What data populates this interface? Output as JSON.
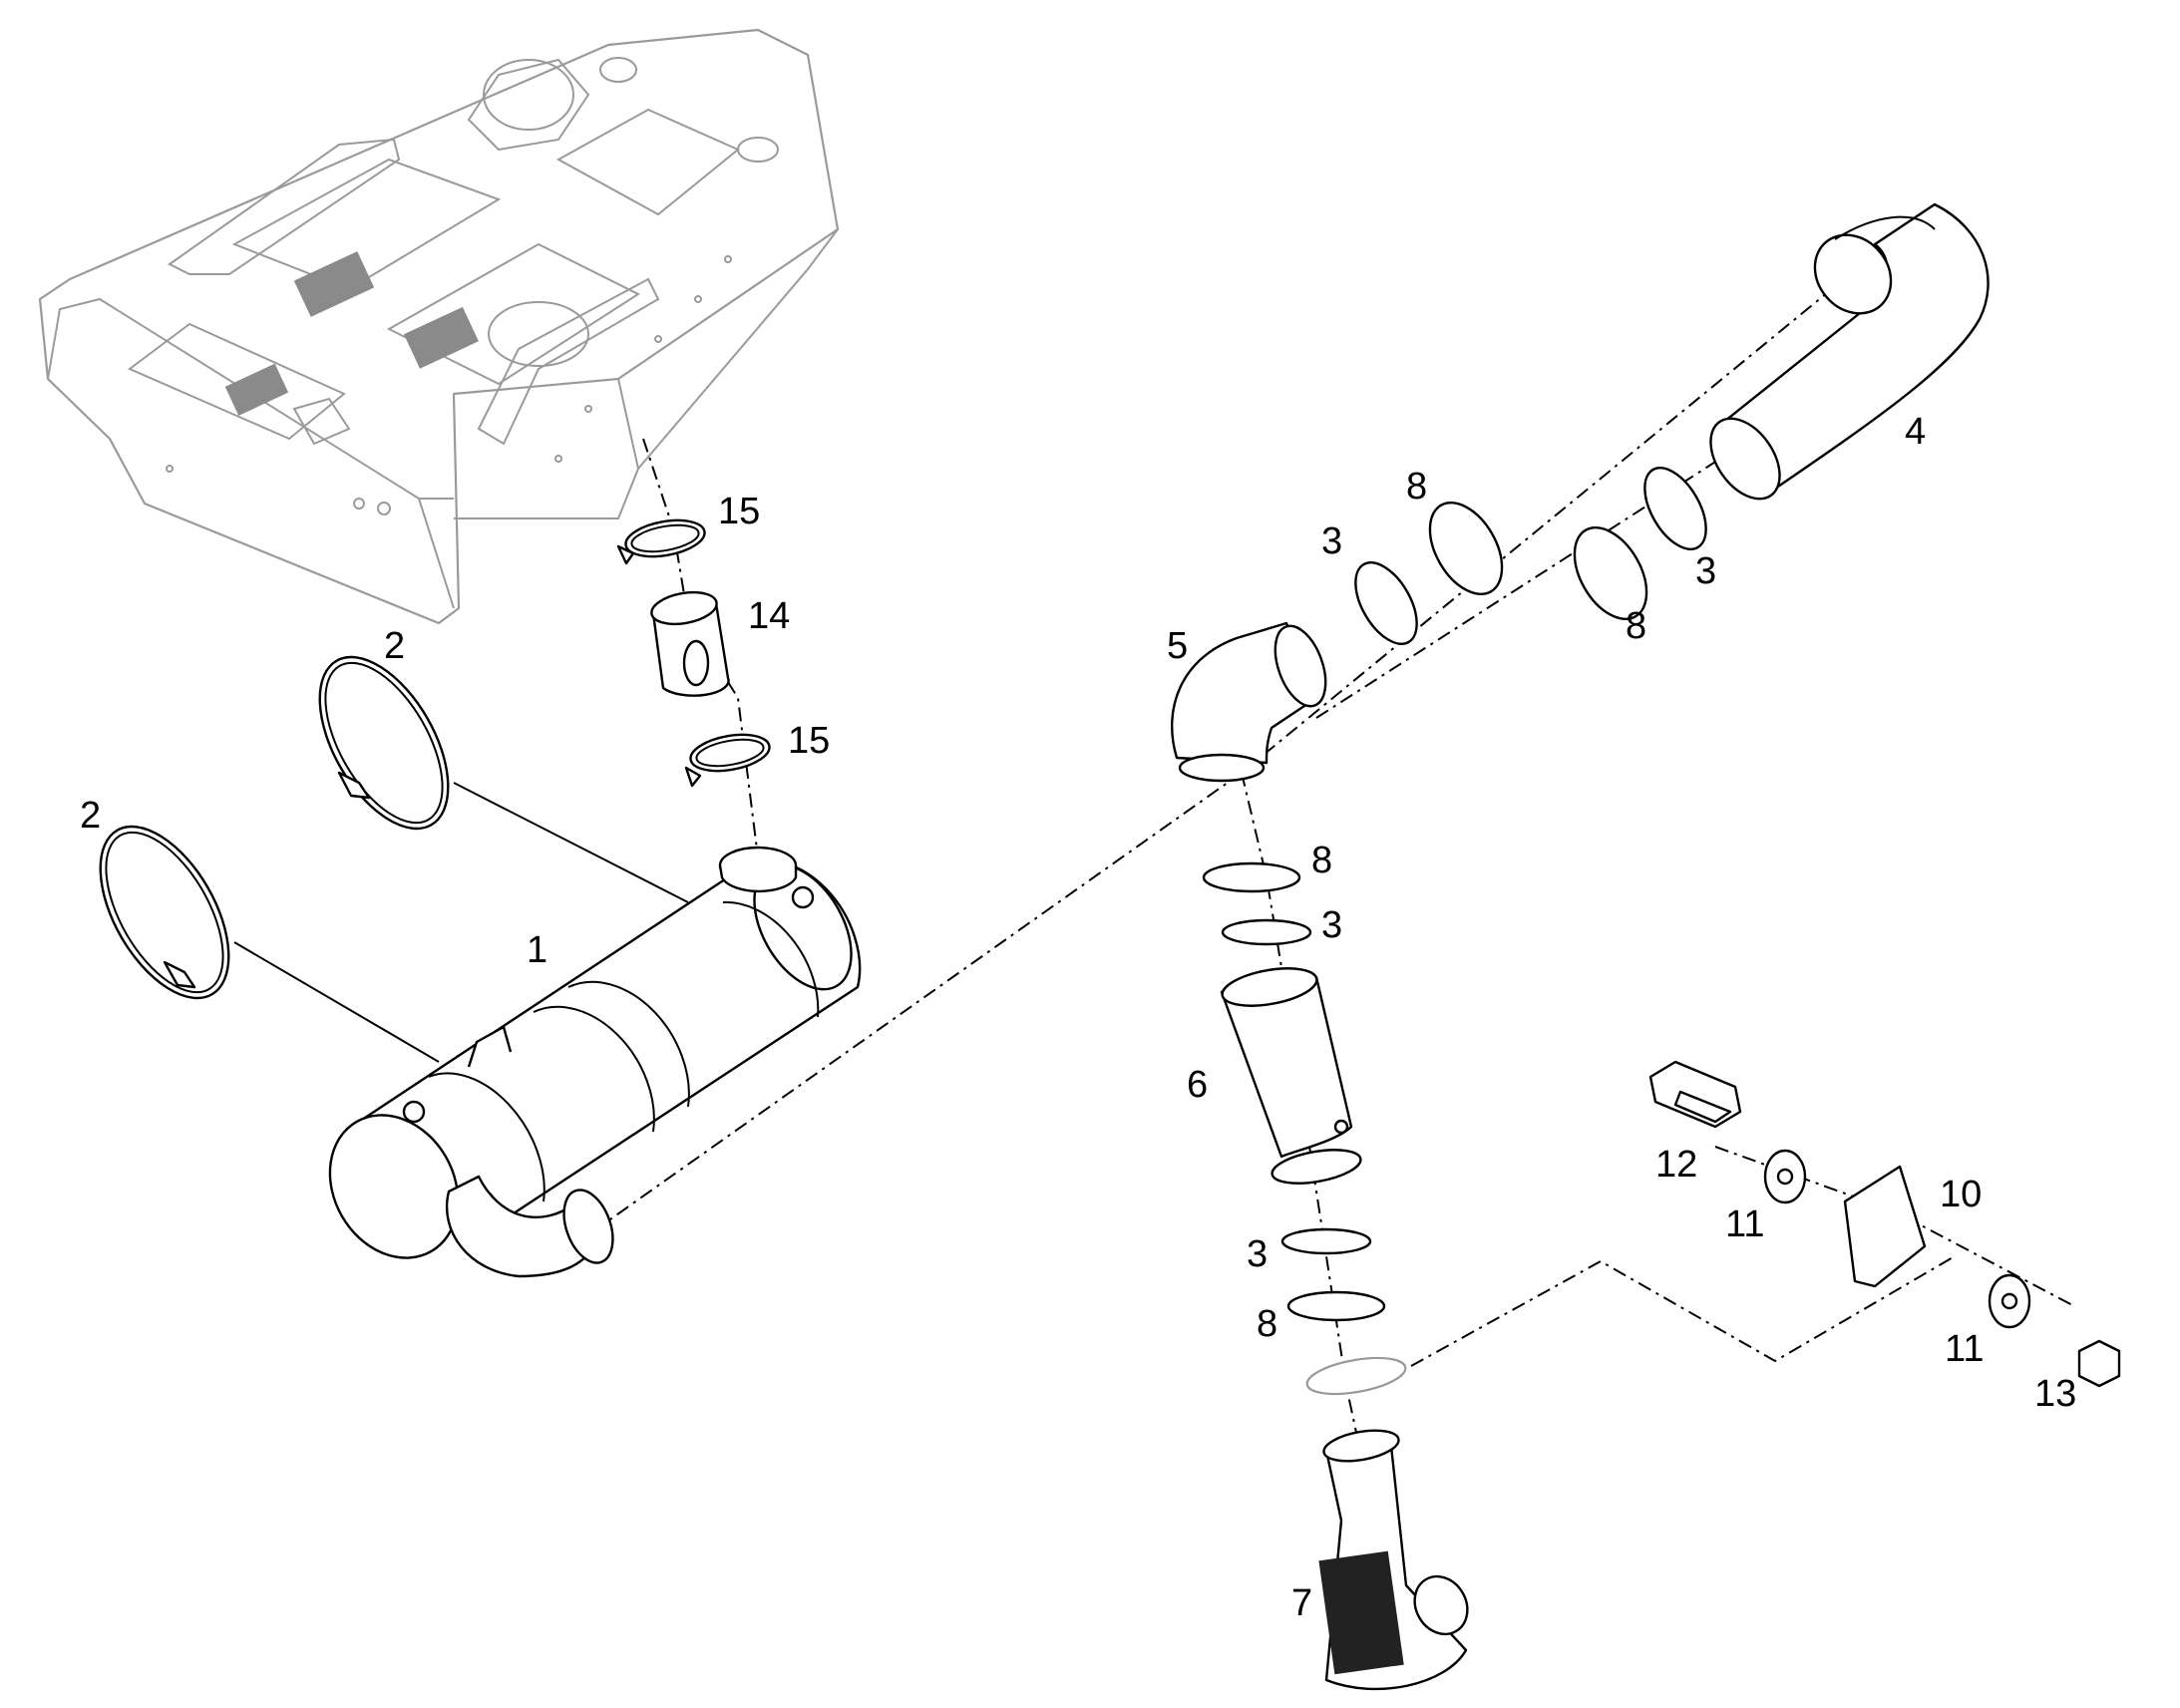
{
  "callouts": [
    {
      "id": "c1",
      "text": "1"
    },
    {
      "id": "c2a",
      "text": "2"
    },
    {
      "id": "c2b",
      "text": "2"
    },
    {
      "id": "c3a",
      "text": "3"
    },
    {
      "id": "c3b",
      "text": "3"
    },
    {
      "id": "c3c",
      "text": "3"
    },
    {
      "id": "c3d",
      "text": "3"
    },
    {
      "id": "c4",
      "text": "4"
    },
    {
      "id": "c5",
      "text": "5"
    },
    {
      "id": "c6",
      "text": "6"
    },
    {
      "id": "c7",
      "text": "7"
    },
    {
      "id": "c8a",
      "text": "8"
    },
    {
      "id": "c8b",
      "text": "8"
    },
    {
      "id": "c8c",
      "text": "8"
    },
    {
      "id": "c8d",
      "text": "8"
    },
    {
      "id": "c10",
      "text": "10"
    },
    {
      "id": "c11a",
      "text": "11"
    },
    {
      "id": "c11b",
      "text": "11"
    },
    {
      "id": "c12",
      "text": "12"
    },
    {
      "id": "c13",
      "text": "13"
    },
    {
      "id": "c14",
      "text": "14"
    },
    {
      "id": "c15a",
      "text": "15"
    },
    {
      "id": "c15b",
      "text": "15"
    }
  ],
  "colors": {
    "line": "#000000",
    "ghost": "#9a9a9a",
    "background": "#ffffff"
  }
}
